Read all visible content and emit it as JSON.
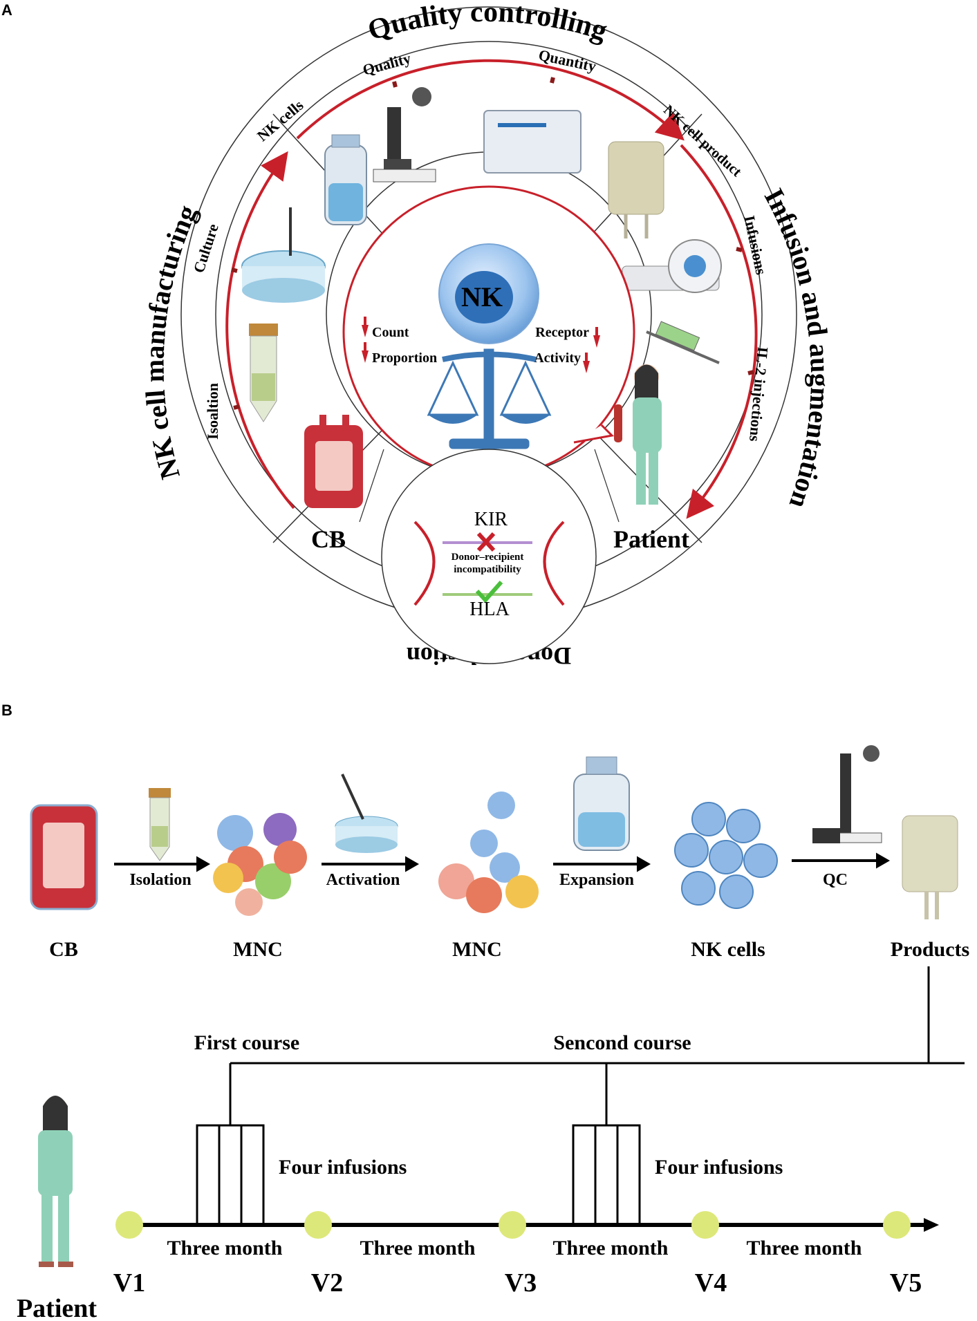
{
  "panel_a": {
    "letter": "A",
    "arc_labels": {
      "quality_controlling": "Quality controlling",
      "infusion_augmentation": "Infusion and augmentation",
      "donor_selection": "Donor selection",
      "nk_manufacturing": "NK cell manufacturing"
    },
    "ring_labels": {
      "nk_cells": "NK cells",
      "quality": "Quality",
      "quantity": "Quantity",
      "nk_cell_product": "NK cell product",
      "infusions": "Infusions",
      "il2": "IL-2 injections",
      "culture": "Culture",
      "isolation": "Isoaltion"
    },
    "center": {
      "nk": "NK",
      "count": "Count",
      "proportion": "Proportion",
      "receptor": "Receptor",
      "activity": "Activity"
    },
    "cb": "CB",
    "patient": "Patient",
    "donor": {
      "kir": "KIR",
      "incompat_line1": "Donor–recipient",
      "incompat_line2": "incompatibility",
      "hla": "HLA"
    }
  },
  "panel_b": {
    "letter": "B",
    "steps": [
      "Isolation",
      "Activation",
      "Expansion",
      "QC"
    ],
    "nodes": [
      "CB",
      "MNC",
      "MNC",
      "NK cells",
      "Products"
    ],
    "courses": [
      "First course",
      "Sencond course"
    ],
    "infusion_label": "Four infusions",
    "intervals": [
      "Three month",
      "Three month",
      "Three month",
      "Three month"
    ],
    "visits": [
      "V1",
      "V2",
      "V3",
      "V4",
      "V5"
    ],
    "patient": "Patient"
  },
  "colors": {
    "accent_red": "#c8202a",
    "visit_dot": "#dde87a",
    "bag_red": "#c8313a",
    "cell_blue": "#8fb8e6"
  }
}
